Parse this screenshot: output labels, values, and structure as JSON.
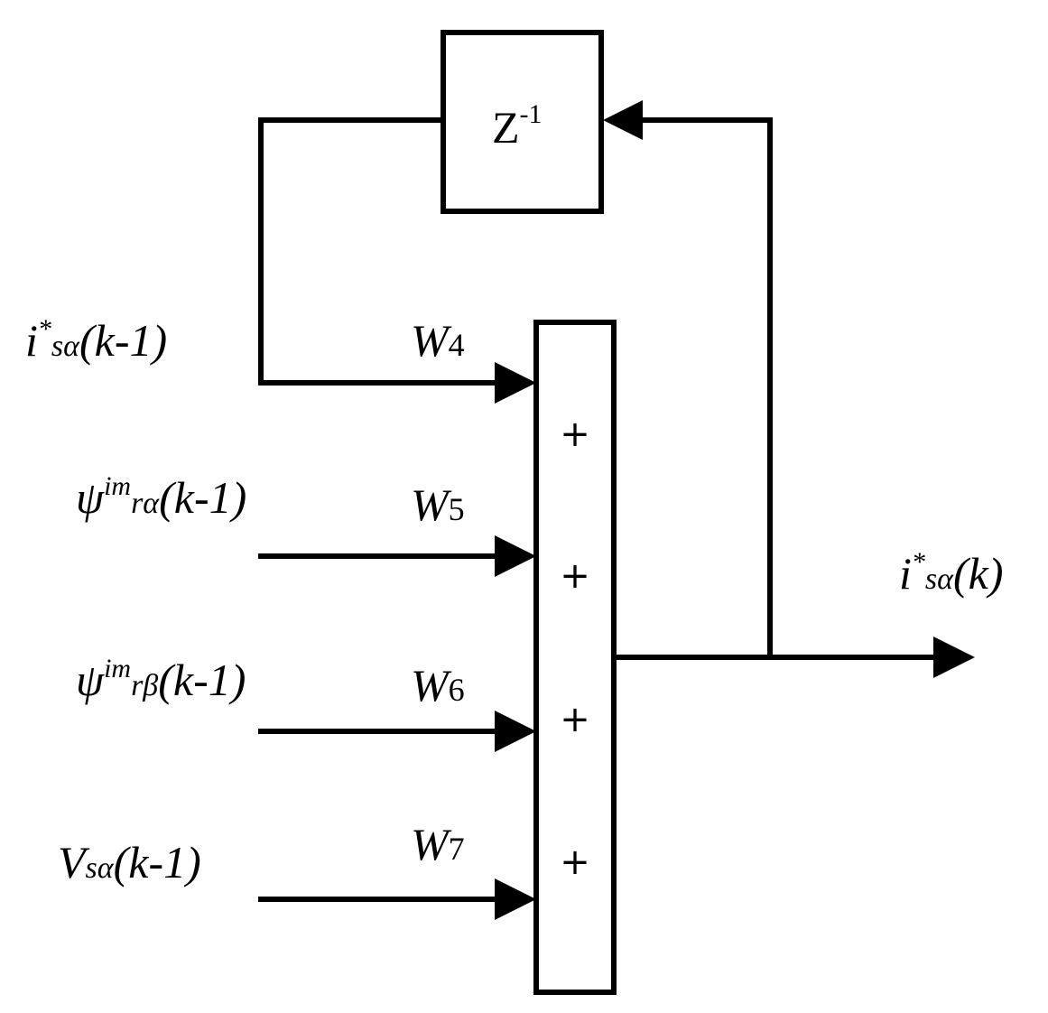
{
  "delay_block": {
    "base": "Z",
    "exponent": "-1"
  },
  "summer": {
    "signs": [
      "+",
      "+",
      "+",
      "+"
    ]
  },
  "inputs": [
    {
      "symbol": "i",
      "sup": "*",
      "sub": "sα",
      "arg": "(k-1)",
      "weight": "W",
      "weight_index": "4"
    },
    {
      "symbol": "ψ",
      "sup": "im",
      "sub": "rα",
      "arg": "(k-1)",
      "weight": "W",
      "weight_index": "5"
    },
    {
      "symbol": "ψ",
      "sup": "im",
      "sub": "rβ",
      "arg": "(k-1)",
      "weight": "W",
      "weight_index": "6"
    },
    {
      "symbol": "V",
      "sup": "",
      "sub": "sα",
      "arg": "(k-1)",
      "weight": "W",
      "weight_index": "7"
    }
  ],
  "output": {
    "symbol": "i",
    "sup": "*",
    "sub": "sα",
    "arg": "(k)"
  }
}
